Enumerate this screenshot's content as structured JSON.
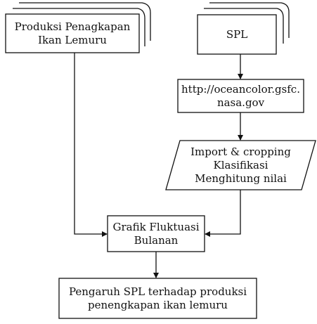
{
  "diagram": {
    "nodes": {
      "produksi": {
        "label": "Produksi Penagkapan\nIkan Lemuru",
        "shape": "document-stack"
      },
      "spl": {
        "label": "SPL",
        "shape": "document-stack"
      },
      "url": {
        "label": "http://oceancolor.gsfc.\nnasa.gov",
        "shape": "rectangle"
      },
      "process": {
        "label": "Import & cropping\nKlasifikasi\nMenghitung nilai",
        "shape": "parallelogram"
      },
      "grafik": {
        "label": "Grafik Fluktuasi\nBulanan",
        "shape": "rectangle"
      },
      "pengaruh": {
        "label": "Pengaruh SPL terhadap produksi\npenengkapan ikan lemuru",
        "shape": "rectangle"
      }
    },
    "edges": [
      {
        "from": "produksi",
        "to": "grafik"
      },
      {
        "from": "spl",
        "to": "url"
      },
      {
        "from": "url",
        "to": "process"
      },
      {
        "from": "process",
        "to": "grafik"
      },
      {
        "from": "grafik",
        "to": "pengaruh"
      }
    ]
  }
}
